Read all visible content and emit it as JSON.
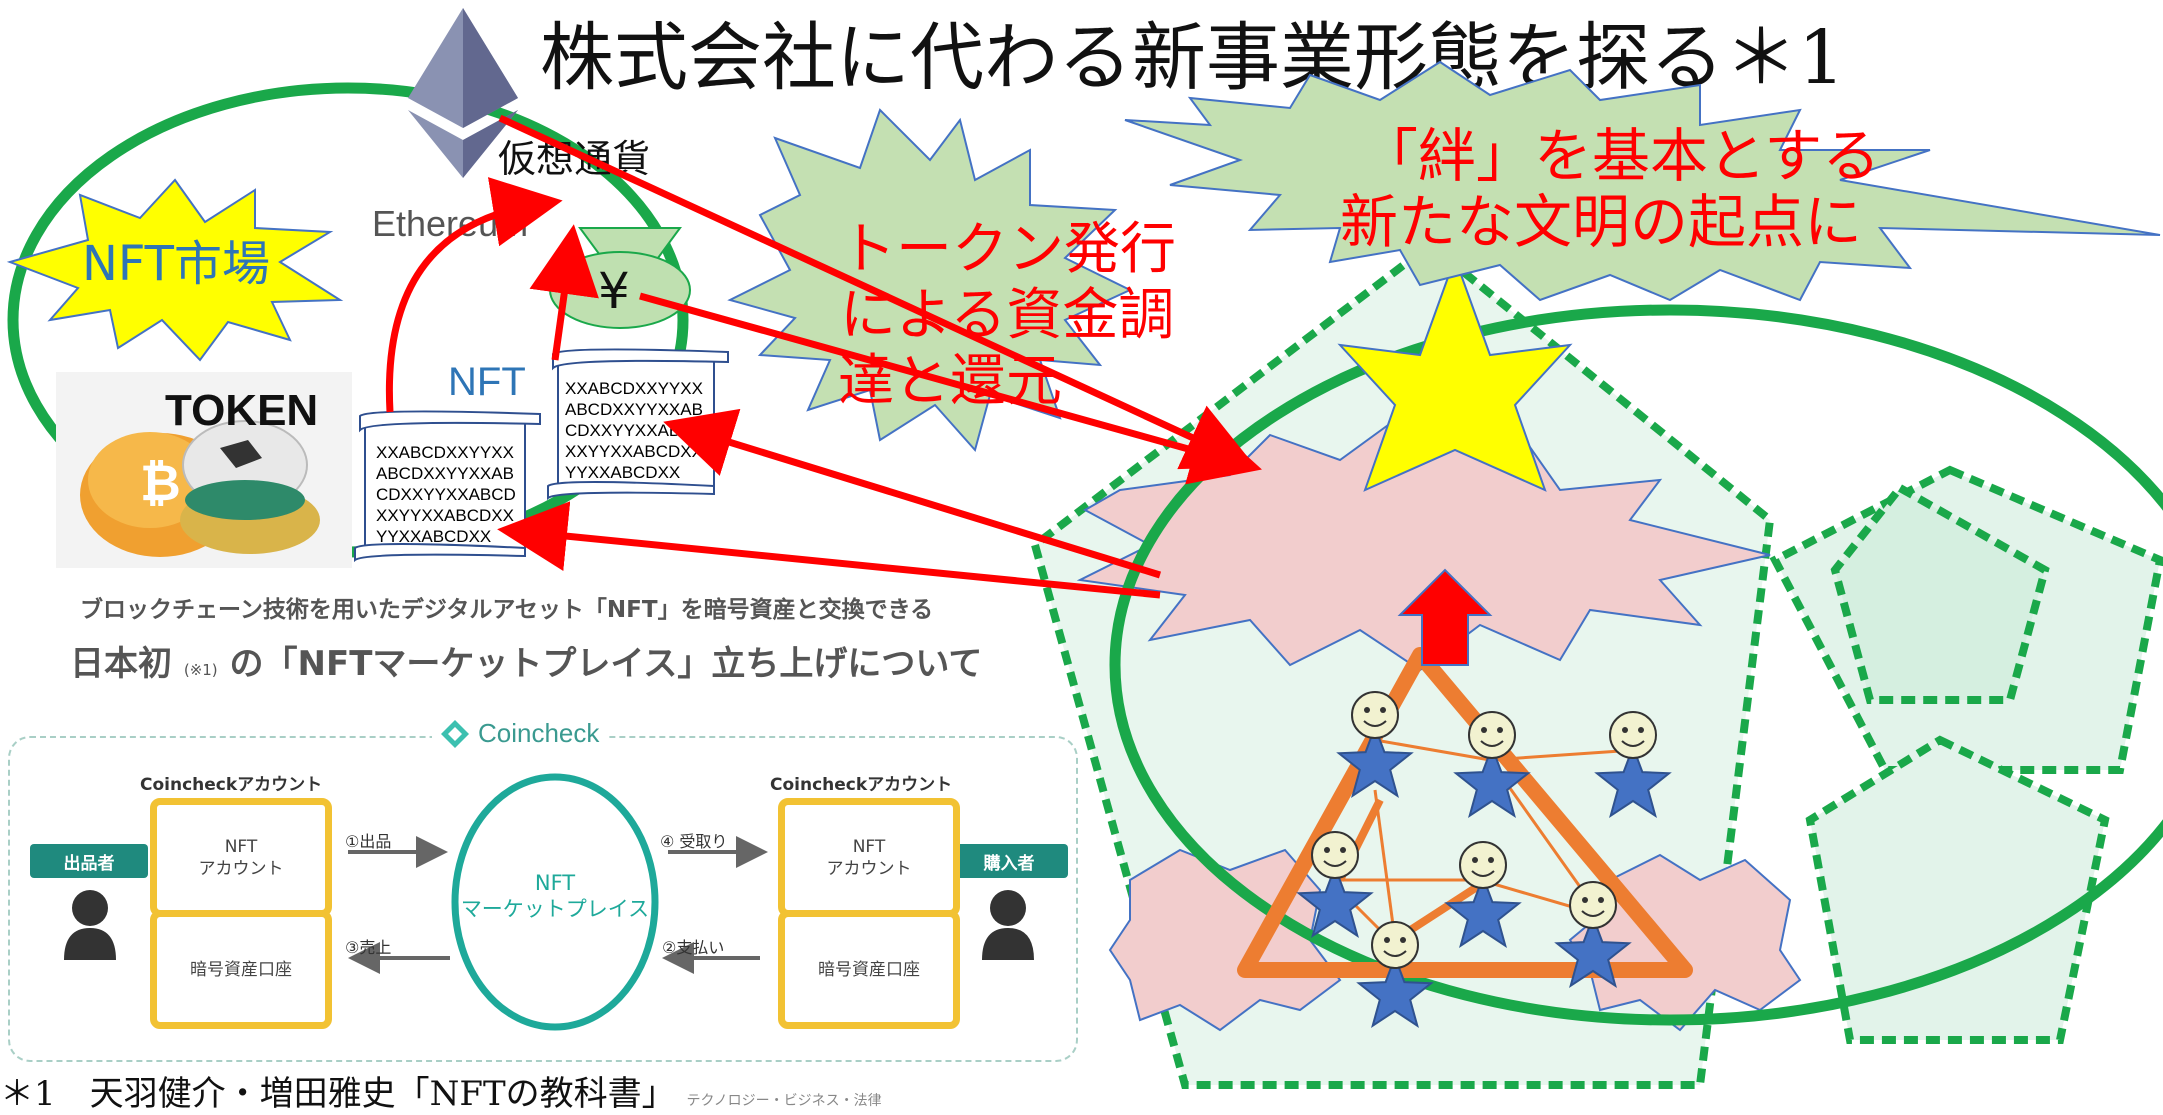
{
  "title": "株式会社に代わる新事業形態を探る＊1",
  "burst_nft_market": "NFT市場",
  "burst_token": [
    "トークン発行",
    "による資金調",
    "達と還元"
  ],
  "burst_kizuna": [
    "「絆」を基本とする",
    "新たな文明の起点に"
  ],
  "crypto_label": "仮想通貨",
  "ethereum_label": "Ethereum",
  "nft_label": "NFT",
  "yen_symbol": "¥",
  "token_image_text": "TOKEN",
  "scroll_text_1": "XXABCDXXYYXX\nABCDXXYYXXAB\nCDXXYYXXABCD\nXXYYXXABCDXX\nYYXXABCDXX",
  "scroll_text_2": "XXABCDXXYYXX\nABCDXXYYXXAB\nCDXXYYXXABCD\nXXYYXXABCDXX\nYYXXABCDXX",
  "coincheck": {
    "caption": "ブロックチェーン技術を用いたデジタルアセット「NFT」を暗号資産と交換できる",
    "headline_a": "日本初",
    "headline_note": "(※1)",
    "headline_b": "の「NFTマーケットプレイス」立ち上げについて",
    "brand": "Coincheck",
    "account_label_left": "Coincheckアカウント",
    "account_label_right": "Coincheckアカウント",
    "seller": "出品者",
    "buyer": "購入者",
    "nft_account": "NFT\nアカウント",
    "crypto_account": "暗号資産口座",
    "marketplace": "NFT\nマーケットプレイス",
    "step1": "①出品",
    "step2": "②支払い",
    "step3": "③売上",
    "step4": "④ 受取り"
  },
  "footnote": {
    "text": "＊1　天羽健介・増田雅史「NFTの教科書」",
    "small": "テクノロジー・ビジネス・法律"
  },
  "colors": {
    "green": "#1aa84a",
    "red": "#ff0000",
    "burst_green": "#c4e0b2",
    "burst_yellow": "#ffff00",
    "burst_pink": "#f2cdcd",
    "star_yellow": "#ffff00",
    "person_blue": "#4472c4",
    "triangle_orange": "#ed7d31",
    "pentagon_fill": "#e2f3ea",
    "teal": "#1ea99a"
  }
}
